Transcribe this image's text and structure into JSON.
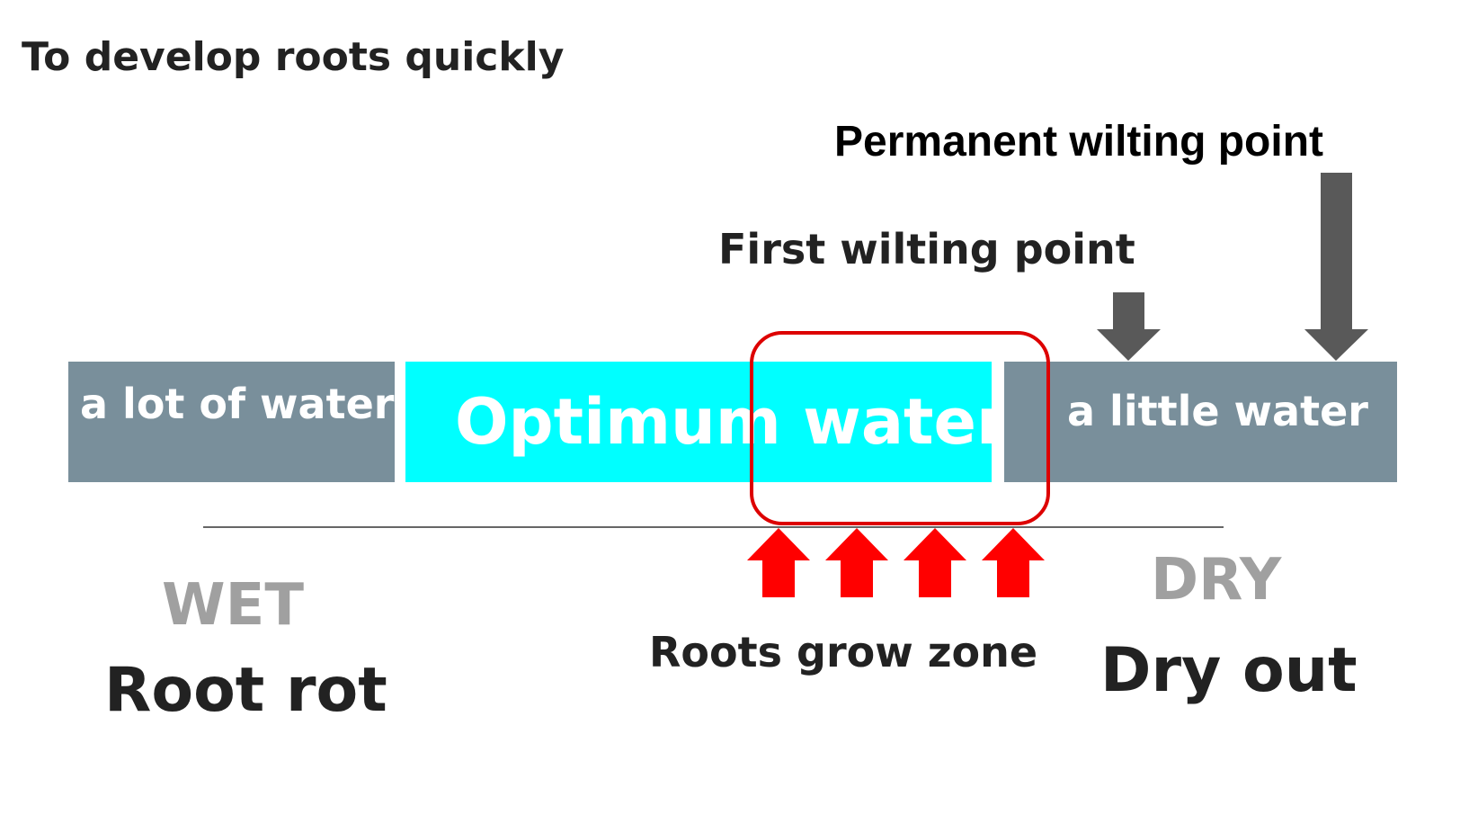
{
  "title": "To develop roots quickly",
  "markers": {
    "permanent_wilting_point": "Permanent wilting point",
    "first_wilting_point": "First wilting point"
  },
  "moisture_bar": {
    "segments": [
      {
        "label": "a lot of water",
        "color": "#798f9b"
      },
      {
        "label": "Optimum water",
        "color": "#00ffff"
      },
      {
        "label": "a little water",
        "color": "#798f9b"
      }
    ]
  },
  "scale": {
    "wet_label": "WET",
    "dry_label": "DRY"
  },
  "outcomes": {
    "wet": "Root rot",
    "dry": "Dry out",
    "zone": "Roots grow zone"
  },
  "colors": {
    "highlight_border": "#dd0000",
    "growth_arrow": "#ff0000",
    "marker_arrow": "#595959",
    "muted_text": "#a0a0a0",
    "dark_text": "#222222"
  },
  "growth_arrow_count": 4
}
